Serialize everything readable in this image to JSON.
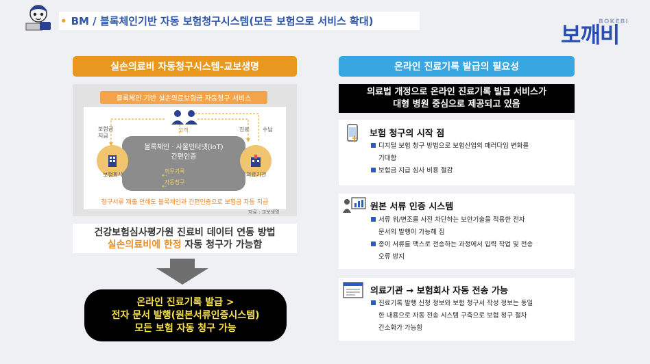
{
  "header": {
    "bullet": "•",
    "title": "BM / 블록체인기반 자동 보험청구시스템(모든 보험으로 서비스 확대)"
  },
  "logo": {
    "en": "BOKEBI",
    "ko": "보깨비"
  },
  "left": {
    "header": "실손의료비 자동청구시스템-교보생명",
    "figure": {
      "title": "블록체인 기반 실손의료보험금 자동청구 서비스",
      "customer": "고객",
      "insurer_pay": "보험금\n지급",
      "treatment": "진료",
      "payment": "수납",
      "center": "블록체인 · 사물인터넷(IoT)\n간편인증",
      "medical_record": "의무기록",
      "auto_claim": "자동청구",
      "insurer": "보험회사",
      "hospital": "의료기관",
      "bottom": "청구서류 제출 안해도 블록체인과 간편인증으로 보험금 자동 지급",
      "source": "자료 : 교보생명"
    },
    "desc_line1": "건강보험심사평가원 진료비 데이터 연동 방법",
    "desc_highlight": "실손의료비에 한정",
    "desc_rest": " 자동 청구가 가능함",
    "result": [
      "온라인 진료기록 발급 >",
      "전자 문서 발행(원본서류인증시스템)",
      "모든 보험 자동 청구 가능"
    ]
  },
  "right": {
    "header": "온라인 진료기록 발급의 필요성",
    "banner": [
      "의료법 개정으로 온라인 진료기록 발급 서비스가",
      "대형 병원 중심으로 제공되고 있음"
    ],
    "cards": [
      {
        "title": "보험 청구의 시작 점",
        "lines": [
          {
            "bullet": true,
            "text": "디지털 보험 청구 방법으로 보험산업의 패러다임 변화를"
          },
          {
            "bullet": false,
            "text": "기대함"
          },
          {
            "bullet": true,
            "text": "보험금 지급 심사 비용 절감"
          }
        ]
      },
      {
        "title": "원본 서류 인증 시스템",
        "lines": [
          {
            "bullet": true,
            "text": "서류 위/변조를 사전 차단하는 보안기술을 적용한 전자"
          },
          {
            "bullet": false,
            "text": "문서의 발행이 가능해 짐"
          },
          {
            "bullet": true,
            "text": "종이 서류를 팩스로 전송하는 과정에서 입력 작업 및 전송"
          },
          {
            "bullet": false,
            "text": "오류 방지"
          }
        ]
      },
      {
        "title": "의료기관 → 보험회사 자동 전송 가능",
        "lines": [
          {
            "bullet": true,
            "text": "진료기록 발행 신청 정보와 보험 청구서 작성 정보는 동일"
          },
          {
            "bullet": false,
            "text": "한 내용으로 자동 전송 시스템 구축으로 보험 청구 절차"
          },
          {
            "bullet": false,
            "text": "간소화가 가능함"
          }
        ]
      }
    ]
  },
  "colors": {
    "orange": "#e8971f",
    "blue": "#38a6e1",
    "brand": "#2a4db0",
    "highlight": "#f6e04a"
  }
}
